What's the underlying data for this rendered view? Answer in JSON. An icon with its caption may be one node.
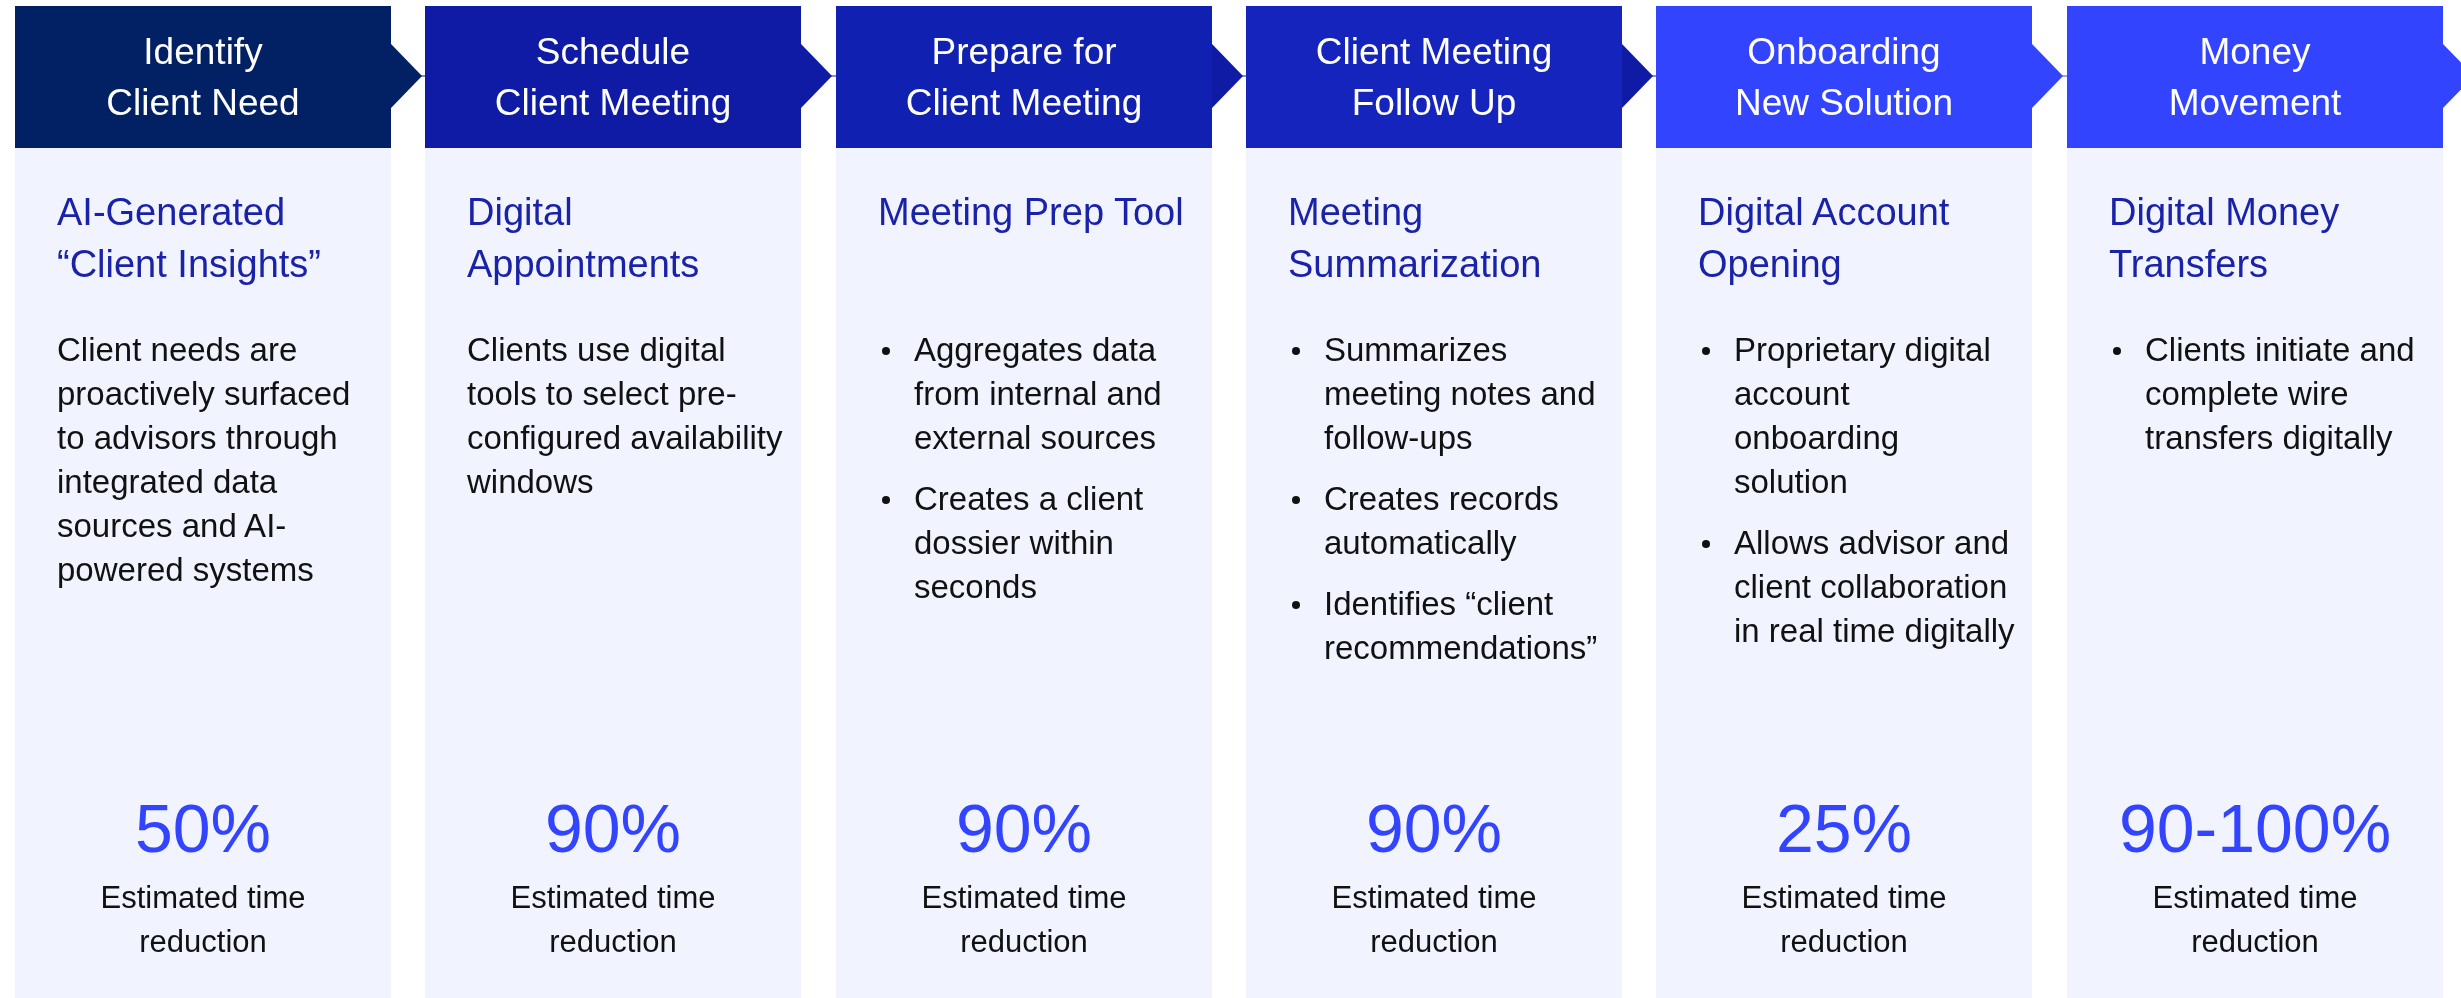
{
  "diagram": {
    "nodes": [
      {
        "text": [
          "Identify Client Need"
        ]
      },
      {
        "text": [
          "Schedule Client Meeting"
        ]
      },
      {
        "text": [
          "Prepare for Client Meeting"
        ]
      },
      {
        "text": [
          "Client Meeting Follow Up"
        ]
      },
      {
        "text": [
          "Onboarding New Solution"
        ]
      },
      {
        "text": [
          "Money Movement"
        ]
      },
      {
        "text": [
          "AI-Generated “Client Insights”",
          "Client needs are proactively surfaced to advisors through integrated data sources and AI-powered systems",
          "50%",
          "Estimated time reduction"
        ]
      },
      {
        "text": [
          "Digital Appointments",
          "Clients use digital tools to select pre-configured availability windows",
          "90%",
          "Estimated time reduction"
        ]
      },
      {
        "text": [
          "Meeting Prep Tool",
          "Aggregates data from internal and external sources",
          "Creates a client dossier within seconds",
          "90%",
          "Estimated time reduction"
        ]
      },
      {
        "text": [
          "Meeting Summarization",
          "Summarizes meeting notes and follow-ups",
          "Creates records automatically",
          "Identifies “client recommendations”",
          "90%",
          "Estimated time reduction"
        ]
      },
      {
        "text": [
          "Digital Account Opening",
          "Proprietary digital account onboarding solution",
          "Allows advisor and client collaboration in real time digitally",
          "25%",
          "Estimated time reduction"
        ]
      },
      {
        "text": [
          "Digital Money Transfers",
          "Clients initiate and complete wire transfers digitally",
          "90-100%",
          "Estimated time reduction"
        ]
      }
    ],
    "edges": [
      {
        "from": 0,
        "to": 1,
        "arrow": "to",
        "color": "#022064"
      },
      {
        "from": 1,
        "to": 2,
        "arrow": "to"
      },
      {
        "from": 2,
        "to": 3,
        "arrow": "to"
      },
      {
        "from": 3,
        "to": 4,
        "arrow": "to"
      },
      {
        "from": 4,
        "to": 5,
        "arrow": "to",
        "color": "#3344ff"
      },
      {
        "from": 5,
        "to": null,
        "arrow": "to",
        "color": "#3344ff"
      }
    ]
  }
}
